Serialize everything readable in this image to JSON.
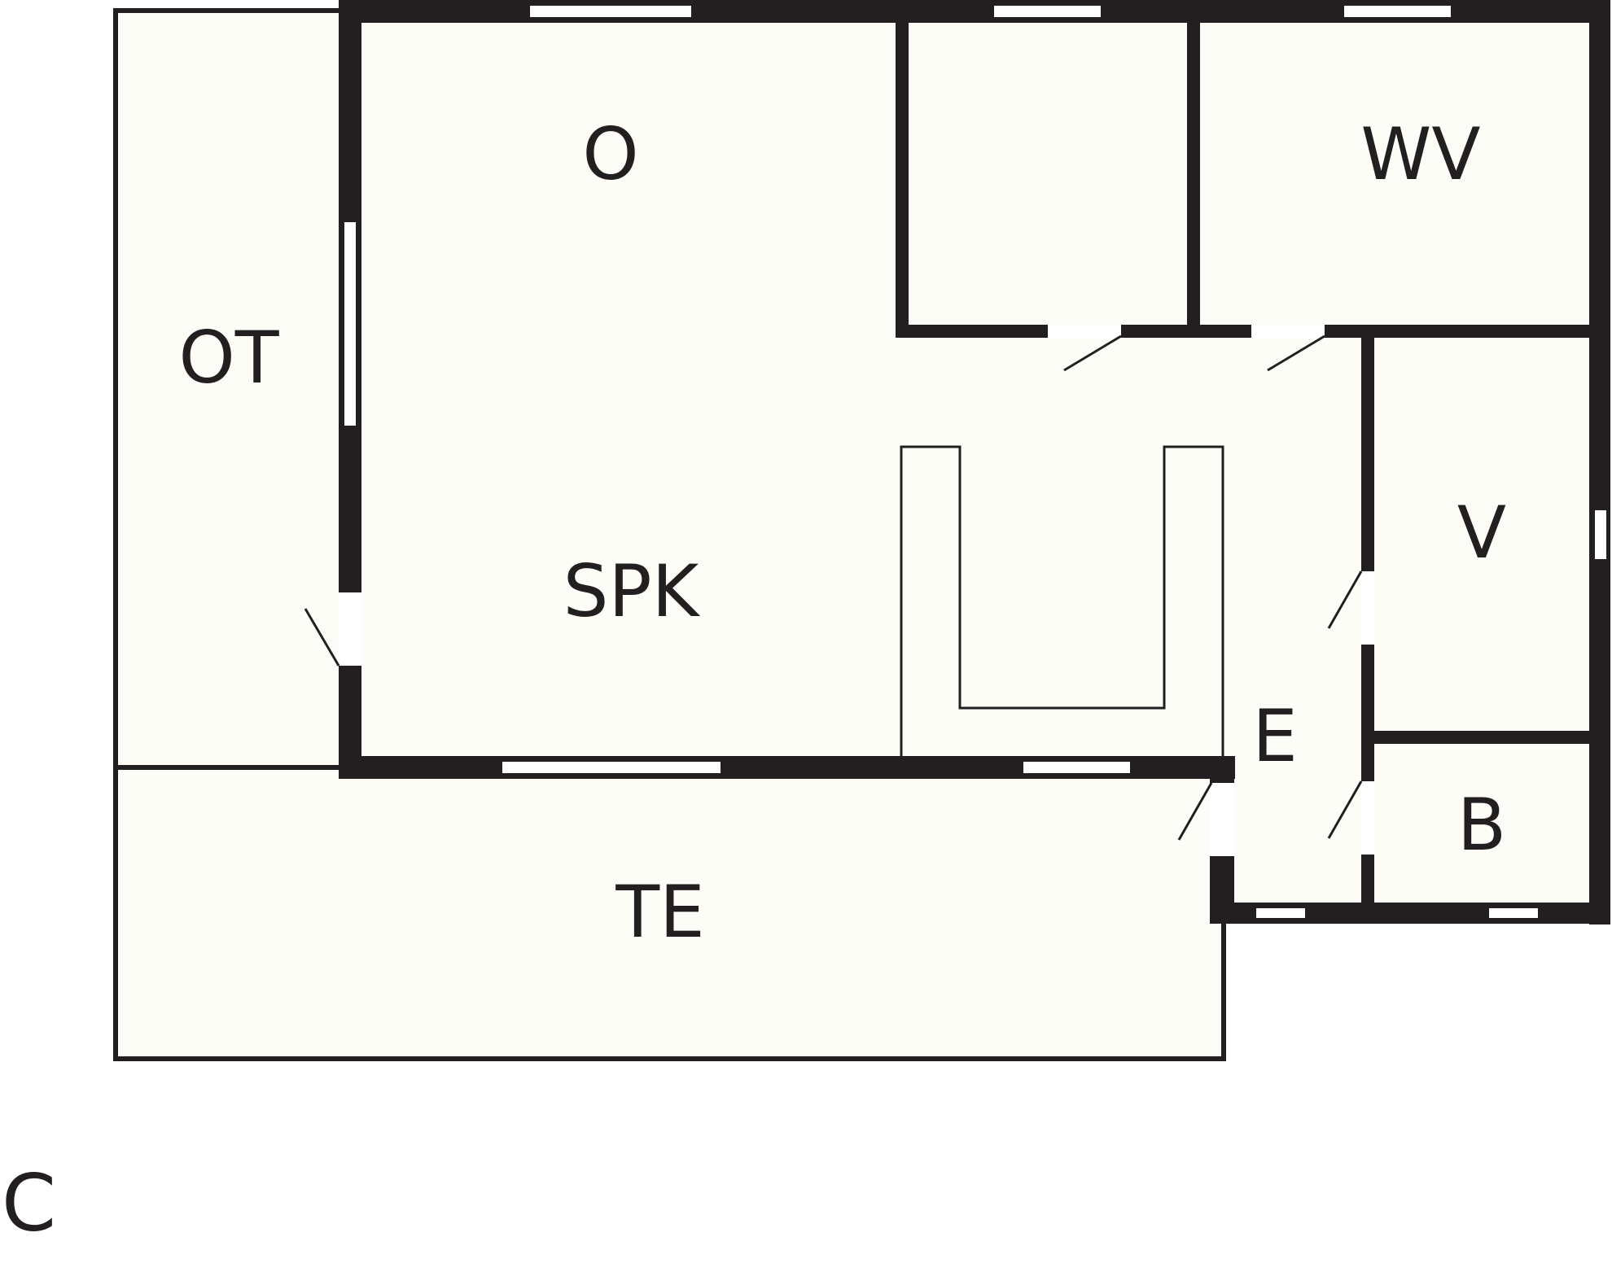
{
  "plan": {
    "colors": {
      "wall": "#231f20",
      "floor": "#fdfdf7",
      "opening": "#ffffff"
    },
    "block_label": "C",
    "rooms": [
      {
        "id": "o",
        "label": "O"
      },
      {
        "id": "wv",
        "label": "WV"
      },
      {
        "id": "ot",
        "label": "OT"
      },
      {
        "id": "spk",
        "label": "SPK"
      },
      {
        "id": "v",
        "label": "V"
      },
      {
        "id": "e",
        "label": "E"
      },
      {
        "id": "b",
        "label": "B"
      },
      {
        "id": "te",
        "label": "TE"
      }
    ]
  }
}
